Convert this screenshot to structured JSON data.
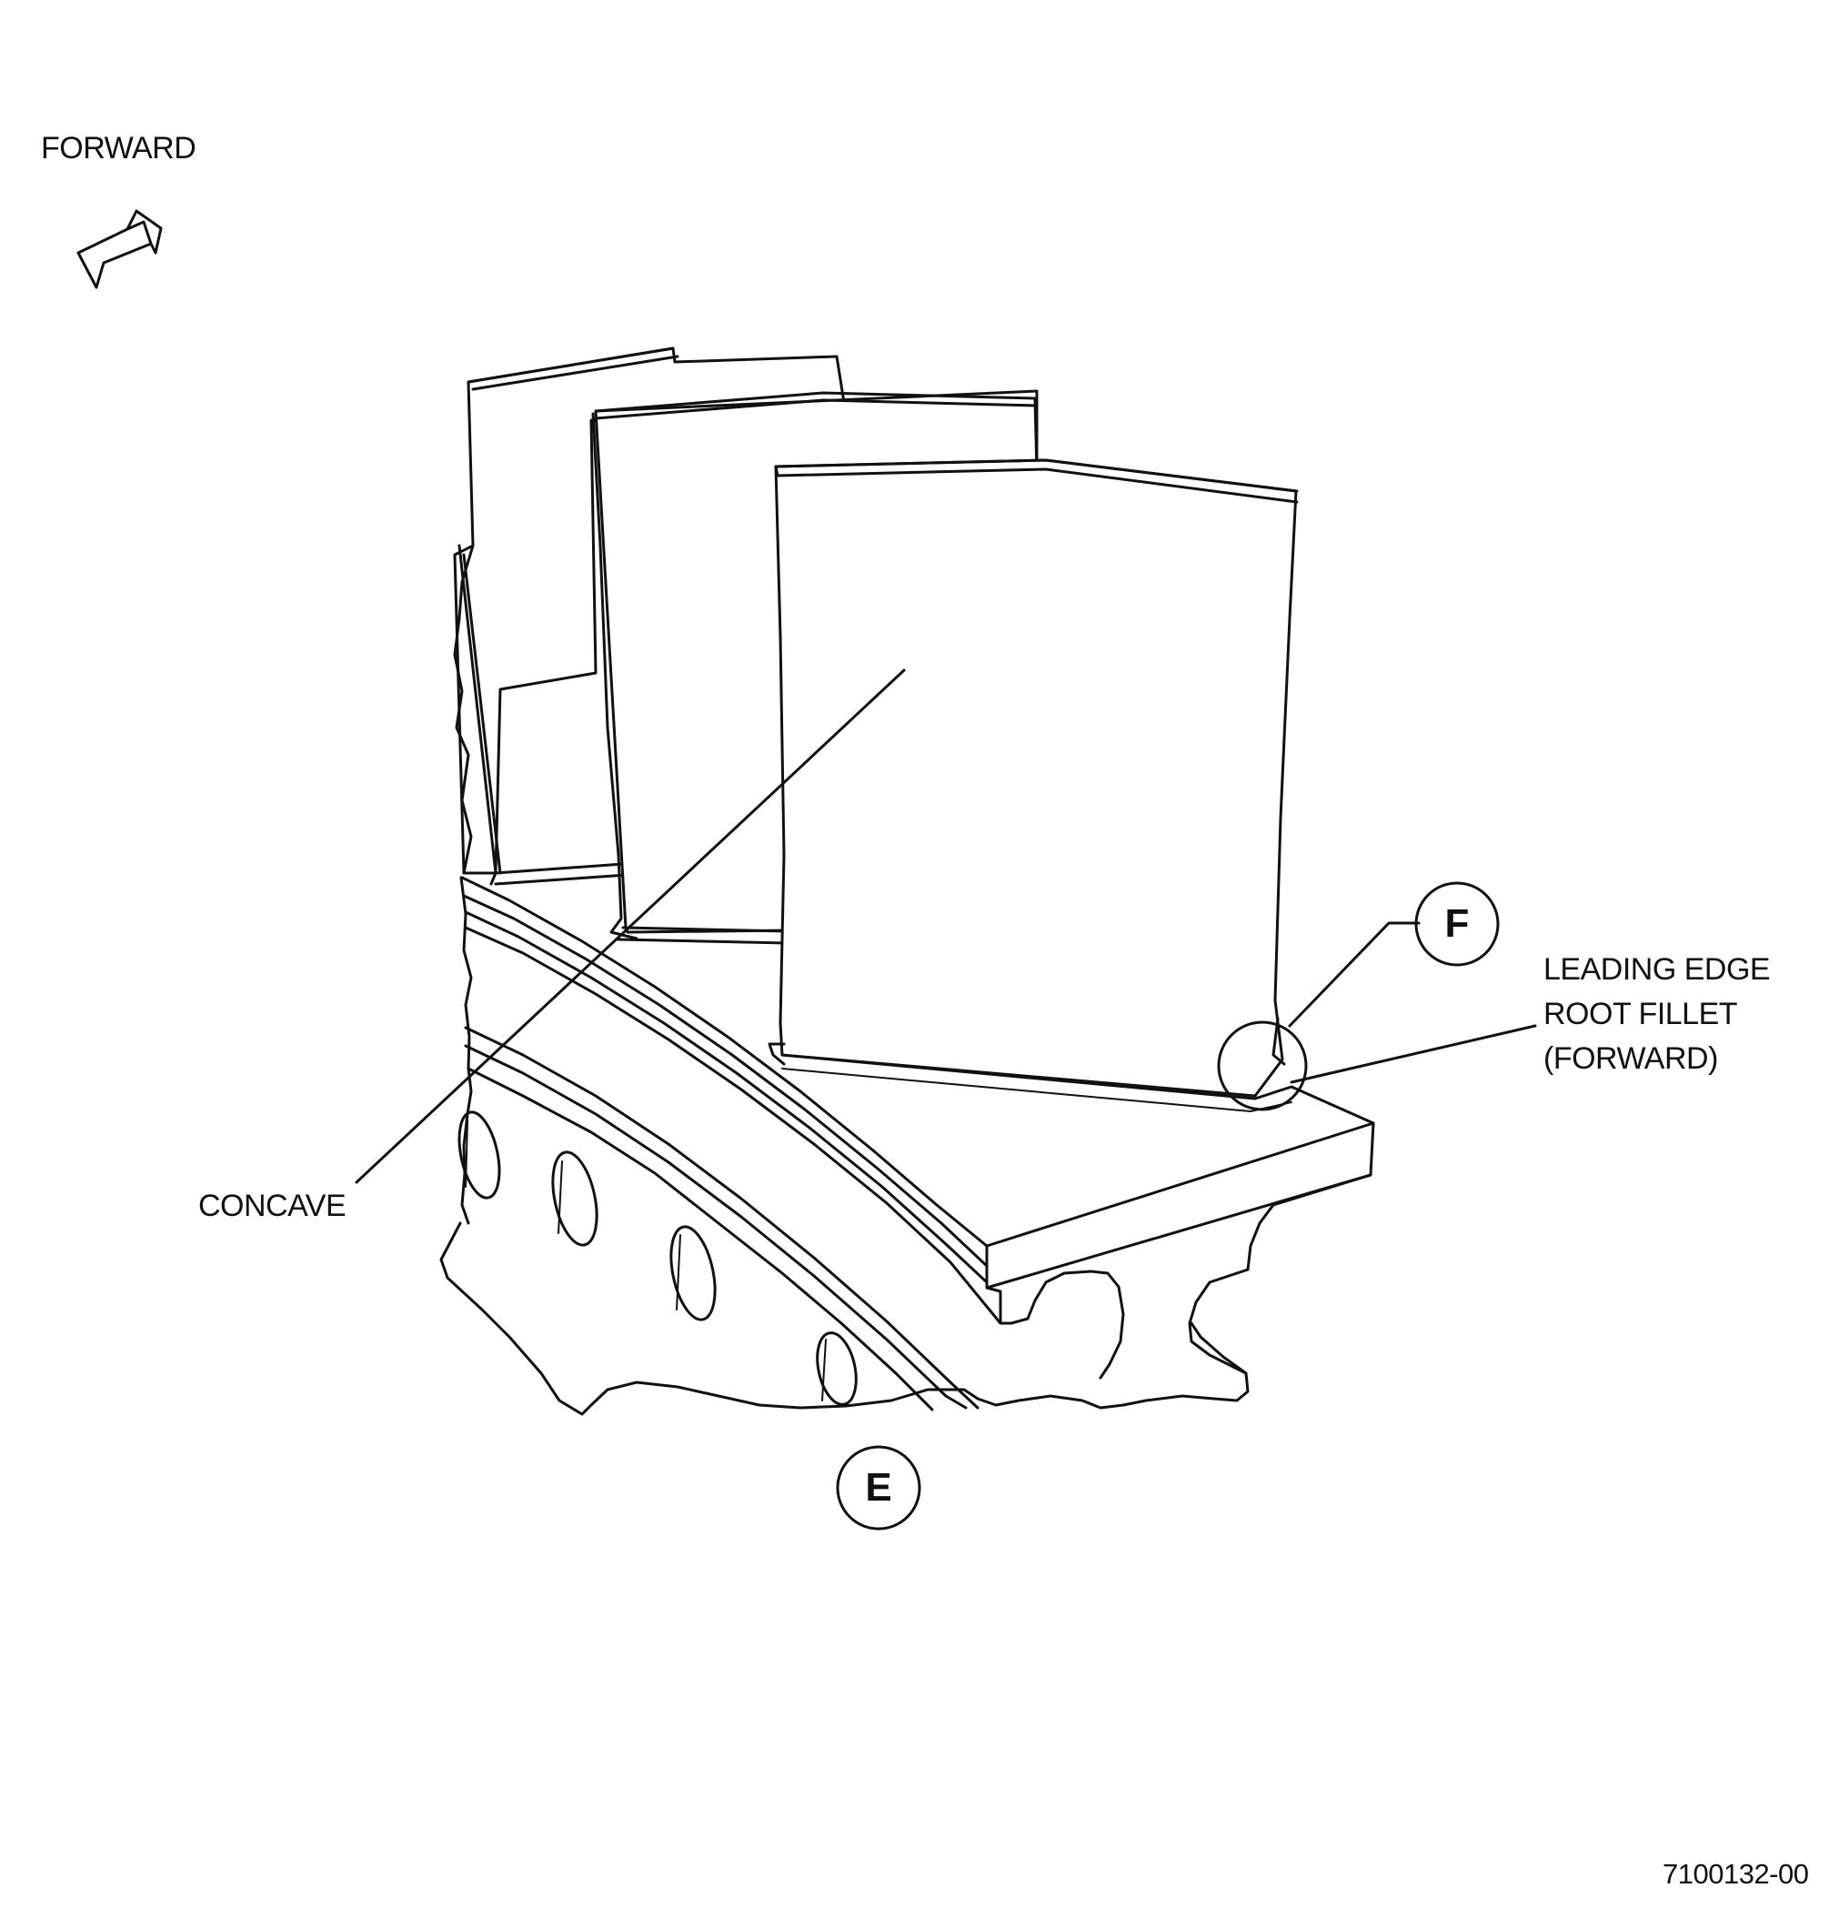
{
  "figure": {
    "direction_label": "FORWARD",
    "concave_label": "CONCAVE",
    "leading_edge_label": {
      "line1": "LEADING EDGE",
      "line2": "ROOT FILLET",
      "line3": "(FORWARD)"
    },
    "detail_callouts": {
      "f": "F",
      "e": "E"
    },
    "figure_number": "7100132-00"
  }
}
